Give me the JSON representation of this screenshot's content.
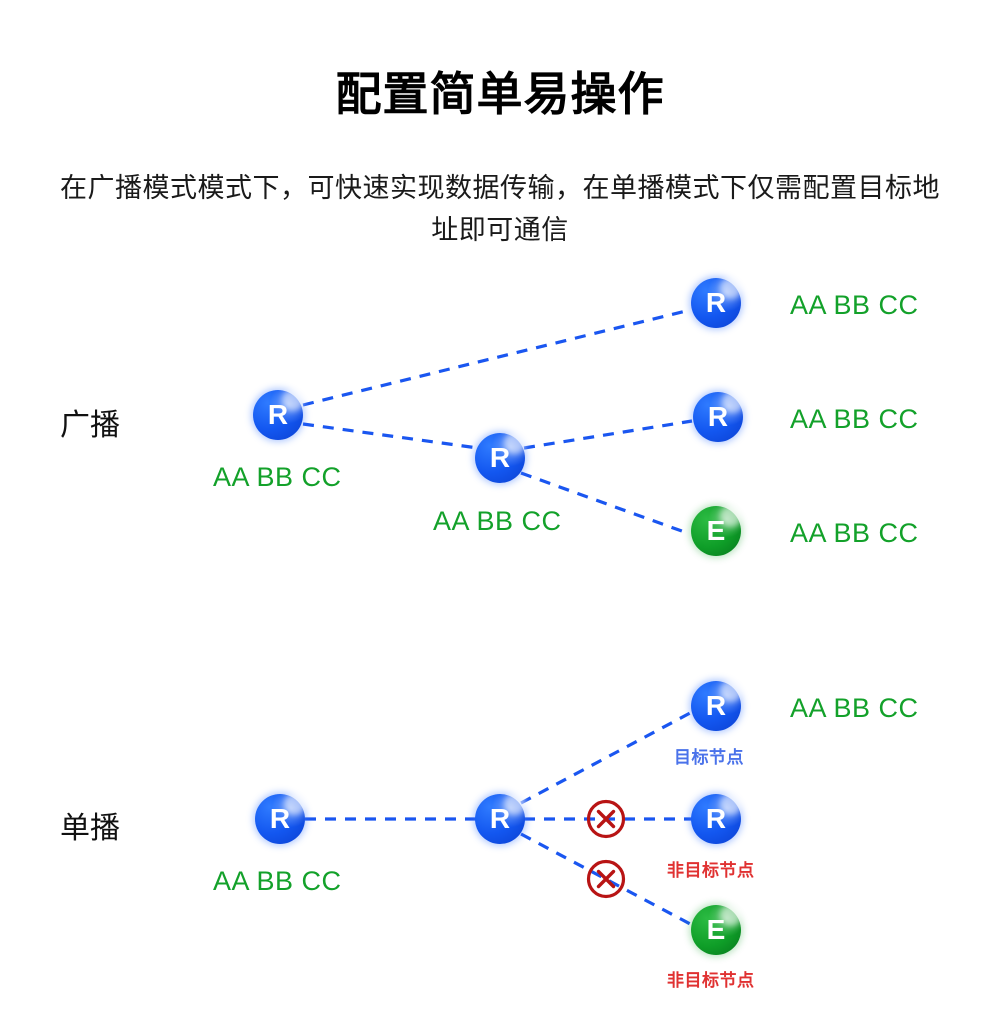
{
  "header": {
    "title": "配置简单易操作",
    "subtitle": "在广播模式模式下，可快速实现数据传输，在单播模式下仅需配置目标地址即可通信"
  },
  "colors": {
    "node_blue": "#1357f0",
    "node_green": "#0f9e28",
    "edge_blue": "#1a56f0",
    "address_green": "#13a12a",
    "target_label_blue": "#4a72ea",
    "nontarget_label_red": "#e03131",
    "block_red": "#b81414",
    "text_black": "#111111"
  },
  "broadcast": {
    "section_label": "广播",
    "source": {
      "glyph": "R",
      "kind": "blue",
      "address": "AA BB CC"
    },
    "relay": {
      "glyph": "R",
      "kind": "blue",
      "address": "AA BB CC"
    },
    "receivers": [
      {
        "glyph": "R",
        "kind": "blue",
        "address": "AA BB CC"
      },
      {
        "glyph": "R",
        "kind": "blue",
        "address": "AA BB CC"
      },
      {
        "glyph": "E",
        "kind": "green",
        "address": "AA BB CC"
      }
    ]
  },
  "unicast": {
    "section_label": "单播",
    "source": {
      "glyph": "R",
      "kind": "blue",
      "address": "AA BB CC"
    },
    "relay": {
      "glyph": "R",
      "kind": "blue"
    },
    "receivers": [
      {
        "glyph": "R",
        "kind": "blue",
        "address": "AA BB CC",
        "caption": "目标节点",
        "caption_kind": "target",
        "blocked": false
      },
      {
        "glyph": "R",
        "kind": "blue",
        "caption": "非目标节点",
        "caption_kind": "nontarget",
        "blocked": true
      },
      {
        "glyph": "E",
        "kind": "green",
        "caption": "非目标节点",
        "caption_kind": "nontarget",
        "blocked": true
      }
    ]
  }
}
